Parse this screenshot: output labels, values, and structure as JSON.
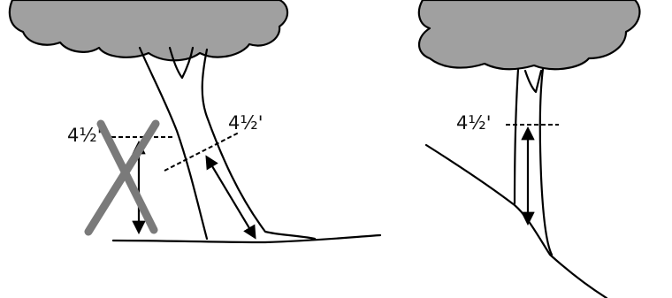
{
  "panels": [
    {
      "id": "leaning-tree",
      "marks": [
        {
          "kind": "wrong-measurement",
          "label": "4½'"
        },
        {
          "kind": "correct-measurement",
          "label": "4½'"
        }
      ]
    },
    {
      "id": "slope-tree",
      "marks": [
        {
          "kind": "correct-measurement",
          "label": "4½'"
        }
      ]
    }
  ],
  "colors": {
    "crown_fill": "#a0a0a0",
    "cross_out": "#7a7a7a",
    "line": "#000000"
  }
}
